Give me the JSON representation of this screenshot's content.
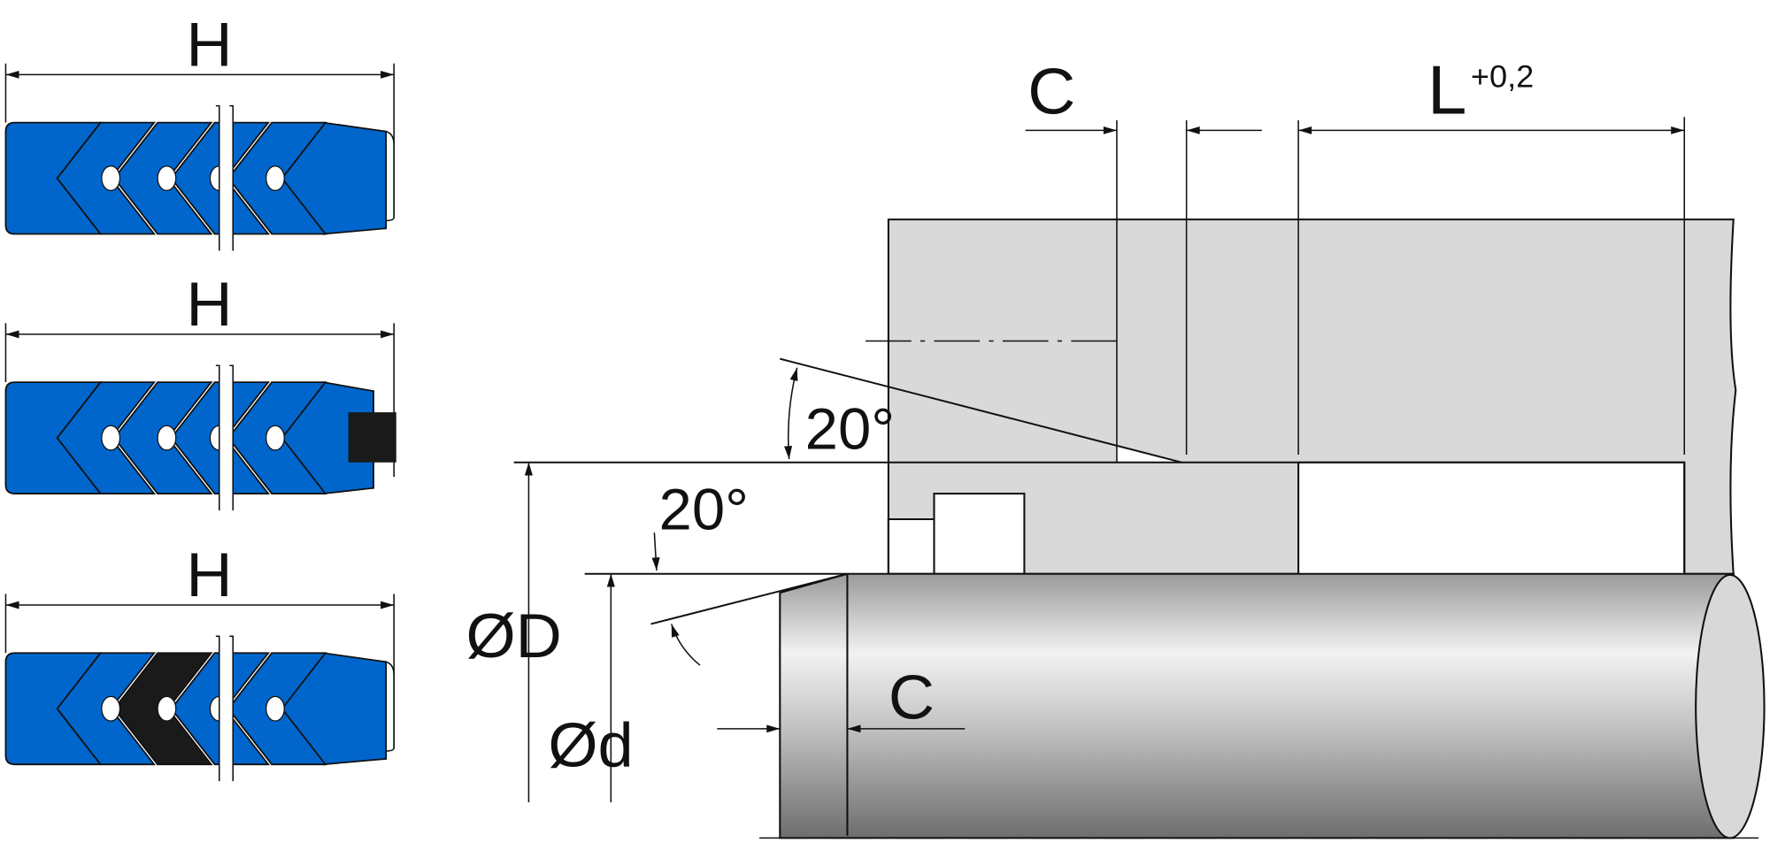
{
  "seals": [
    {
      "dimension_label": "H",
      "variant": "all-blue"
    },
    {
      "dimension_label": "H",
      "variant": "black-end-ring"
    },
    {
      "dimension_label": "H",
      "variant": "black-middle-chevron"
    }
  ],
  "drawing": {
    "chamfer_top_label": "C",
    "length_label": "L",
    "length_tolerance": "+0,2",
    "angle_upper": "20°",
    "angle_lower": "20°",
    "bore_diameter": "ØD",
    "rod_diameter": "Ød",
    "chamfer_rod_label": "C"
  },
  "colors": {
    "seal_blue": "#0066cc",
    "seal_black": "#1a1a1a",
    "housing": "#d9d9d9"
  }
}
